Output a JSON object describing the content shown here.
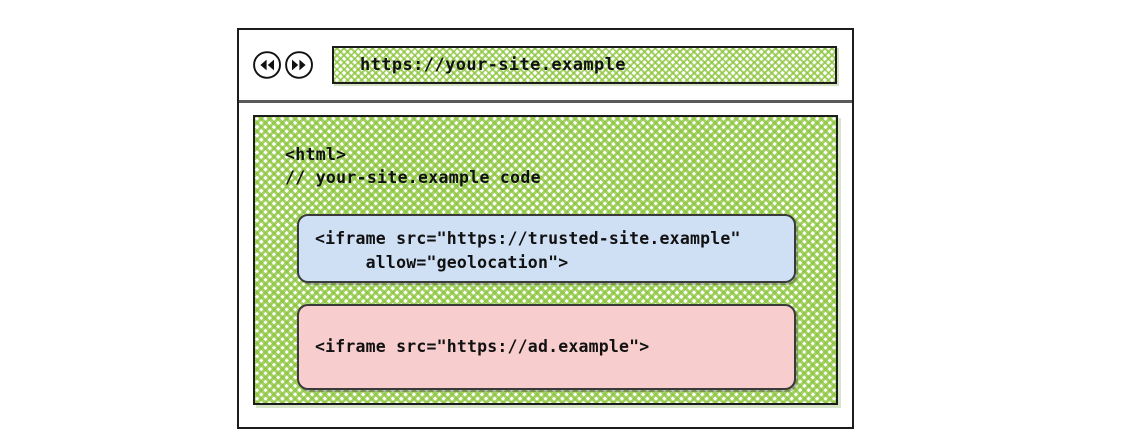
{
  "browser": {
    "toolbar": {
      "back_icon": "rewind-back-icon",
      "forward_icon": "fast-forward-icon",
      "url_value": "https://your-site.example",
      "url_placeholder": "https://your-site.example"
    },
    "page": {
      "code_lines": [
        "<html>",
        "// your-site.example code"
      ],
      "iframes": [
        {
          "id": "trusted-site-iframe",
          "color": "#cfe0f5",
          "code": "<iframe src=\"https://trusted-site.example\"\n     allow=\"geolocation\">"
        },
        {
          "id": "ad-iframe",
          "color": "#f8cdcd",
          "code": "<iframe src=\"https://ad.example\">"
        }
      ]
    }
  },
  "colors": {
    "page_hatch_green": "#8dc63f",
    "trusted_blue": "#cfe0f5",
    "ad_pink": "#f8cdcd",
    "frame_black": "#1c1c1c"
  }
}
